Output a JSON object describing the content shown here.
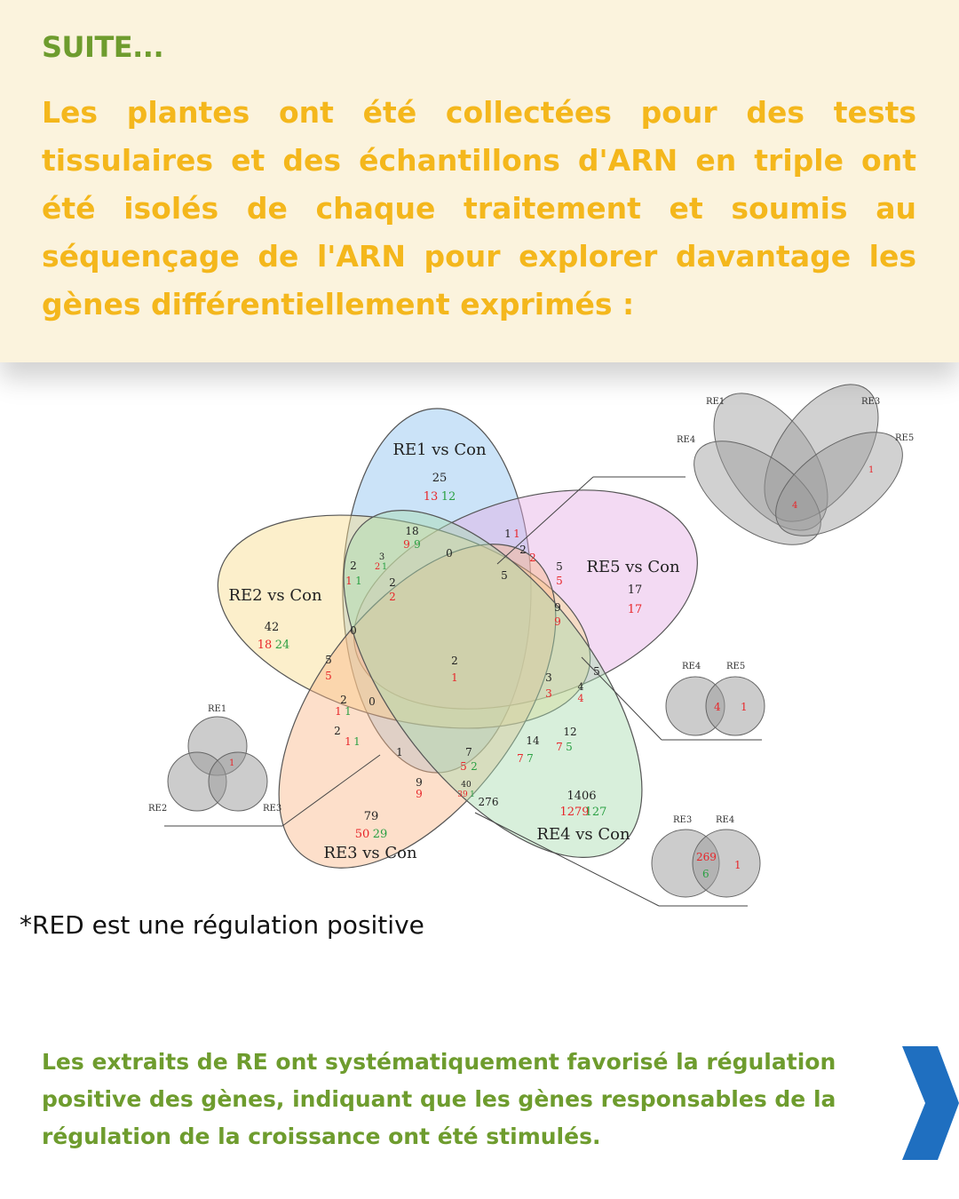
{
  "header": {
    "kicker": "SUITE...",
    "intro": "Les plantes ont été collectées pour des tests tissulaires et des échantillons d'ARN en triple ont été isolés de chaque traitement et soumis au séquençage de l'ARN pour explorer davantage les gènes différentiellement exprimés :"
  },
  "venn": {
    "sets": {
      "re1": {
        "label": "RE1 vs Con",
        "total": "25",
        "up": "13",
        "down": "12",
        "fill": "#8cc0f0"
      },
      "re2": {
        "label": "RE2 vs Con",
        "total": "42",
        "up": "18",
        "down": "24",
        "fill": "#f8dc8c"
      },
      "re3": {
        "label": "RE3 vs Con",
        "total": "79",
        "up": "50",
        "down": "29",
        "fill": "#fbb78a"
      },
      "re4": {
        "label": "RE4 vs Con",
        "total": "1406",
        "up": "1279",
        "down": "127",
        "fill": "#a8dcb0"
      },
      "re5": {
        "label": "RE5 vs Con",
        "total": "17",
        "up": "17",
        "down": "",
        "fill": "#e4aee4"
      }
    },
    "regions": {
      "r12_t": "2",
      "r12_u": "1",
      "r12_d": "1",
      "r13_t": "18",
      "r13_u": "9",
      "r13_d": "9",
      "r3_t": "3",
      "r3_u": "2",
      "r3_d": "1",
      "r0a": "0",
      "r15_t": "1",
      "r15_u": "1",
      "r22_t": "2",
      "r22_u": "2",
      "r5a_t": "5",
      "r5a_u": "5",
      "r5b": "5",
      "r0b": "0",
      "r9_t": "9",
      "r9_u": "9",
      "r5c_t": "5",
      "r5c_u": "5",
      "r2c_t": "2",
      "r2c_u": "2",
      "r3c_t": "3",
      "r3c_u": "3",
      "r4_t": "4",
      "r4_u": "4",
      "r5d": "5",
      "r21_t": "2",
      "r21_u": "1",
      "r21_d": "1",
      "r0c": "0",
      "r2d_t": "2",
      "r2d_u": "1",
      "r2d_d": "1",
      "r1": "1",
      "r7_t": "7",
      "r7_u": "5",
      "r7_d": "2",
      "r14_t": "14",
      "r14_u": "7",
      "r14_d": "7",
      "r12b_t": "12",
      "r12b_u": "7",
      "r12b_d": "5",
      "r9b_t": "9",
      "r9b_u": "9",
      "r40_t": "40",
      "r40_u": "39",
      "r40_d": "1",
      "r276": "276"
    },
    "inset_top": {
      "l1": "RE1",
      "l2": "RE3",
      "l3": "RE4",
      "l4": "RE5",
      "v_center": "4",
      "v_right": "1"
    },
    "inset_left": {
      "l1": "RE1",
      "l2": "RE2",
      "l3": "RE3",
      "v": "1"
    },
    "inset_mid": {
      "l1": "RE4",
      "l2": "RE5",
      "v1": "4",
      "v2": "1"
    },
    "inset_bottom": {
      "l1": "RE3",
      "l2": "RE4",
      "v_up": "269",
      "v_down": "6",
      "v_right": "1"
    },
    "colors": {
      "up": "#e8262a",
      "down": "#2aa043",
      "neutral": "#222222"
    }
  },
  "note": "*RED est une régulation positive",
  "conclusion": "Les extraits de RE ont systématiquement favorisé la régulation positive des gènes, indiquant que les gènes responsables de la régulation de la croissance ont été stimulés.",
  "palette": {
    "panel": "#fbf3dd",
    "kicker": "#6e9c2e",
    "intro": "#f4b71c",
    "arrow": "#1f6fc0"
  }
}
